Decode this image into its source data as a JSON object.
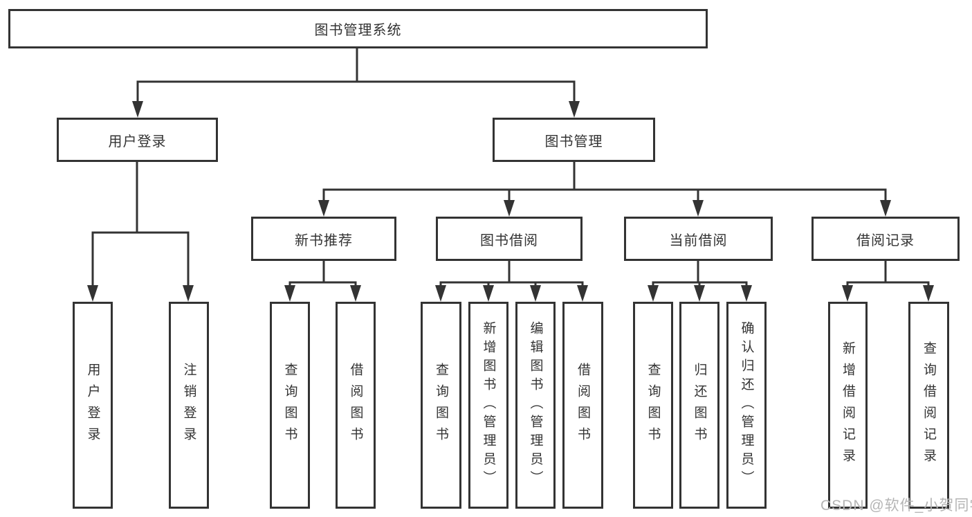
{
  "diagram": {
    "title": "图书管理系统",
    "watermark": "CSDN @软件_小贺同学",
    "colors": {
      "line": "#333333",
      "box_border": "#333333",
      "text": "#333333",
      "watermark": "#b5b5b5",
      "background": "#ffffff"
    },
    "nodes": {
      "root": "图书管理系统",
      "user_login": "用户登录",
      "book_manage": "图书管理",
      "new_book": "新书推荐",
      "book_borrow": "图书借阅",
      "current_borrow": "当前借阅",
      "borrow_record": "借阅记录",
      "leaf_login": "用户登录",
      "leaf_logout": "注销登录",
      "leaf_nb_query": "查询图书",
      "leaf_nb_borrow": "借阅图书",
      "leaf_bb_query": "查询图书",
      "leaf_bb_add": "新增图书（管理员）",
      "leaf_bb_edit": "编辑图书（管理员）",
      "leaf_bb_borrow": "借阅图书",
      "leaf_cb_query": "查询图书",
      "leaf_cb_return": "归还图书",
      "leaf_cb_confirm": "确认归还（管理员）",
      "leaf_br_add": "新增借阅记录",
      "leaf_br_query": "查询借阅记录"
    },
    "edges": [
      "root->user_login",
      "root->book_manage",
      "user_login->leaf_login",
      "user_login->leaf_logout",
      "book_manage->new_book",
      "book_manage->book_borrow",
      "book_manage->current_borrow",
      "book_manage->borrow_record",
      "new_book->leaf_nb_query",
      "new_book->leaf_nb_borrow",
      "book_borrow->leaf_bb_query",
      "book_borrow->leaf_bb_add",
      "book_borrow->leaf_bb_edit",
      "book_borrow->leaf_bb_borrow",
      "current_borrow->leaf_cb_query",
      "current_borrow->leaf_cb_return",
      "current_borrow->leaf_cb_confirm",
      "borrow_record->leaf_br_add",
      "borrow_record->leaf_br_query"
    ]
  }
}
